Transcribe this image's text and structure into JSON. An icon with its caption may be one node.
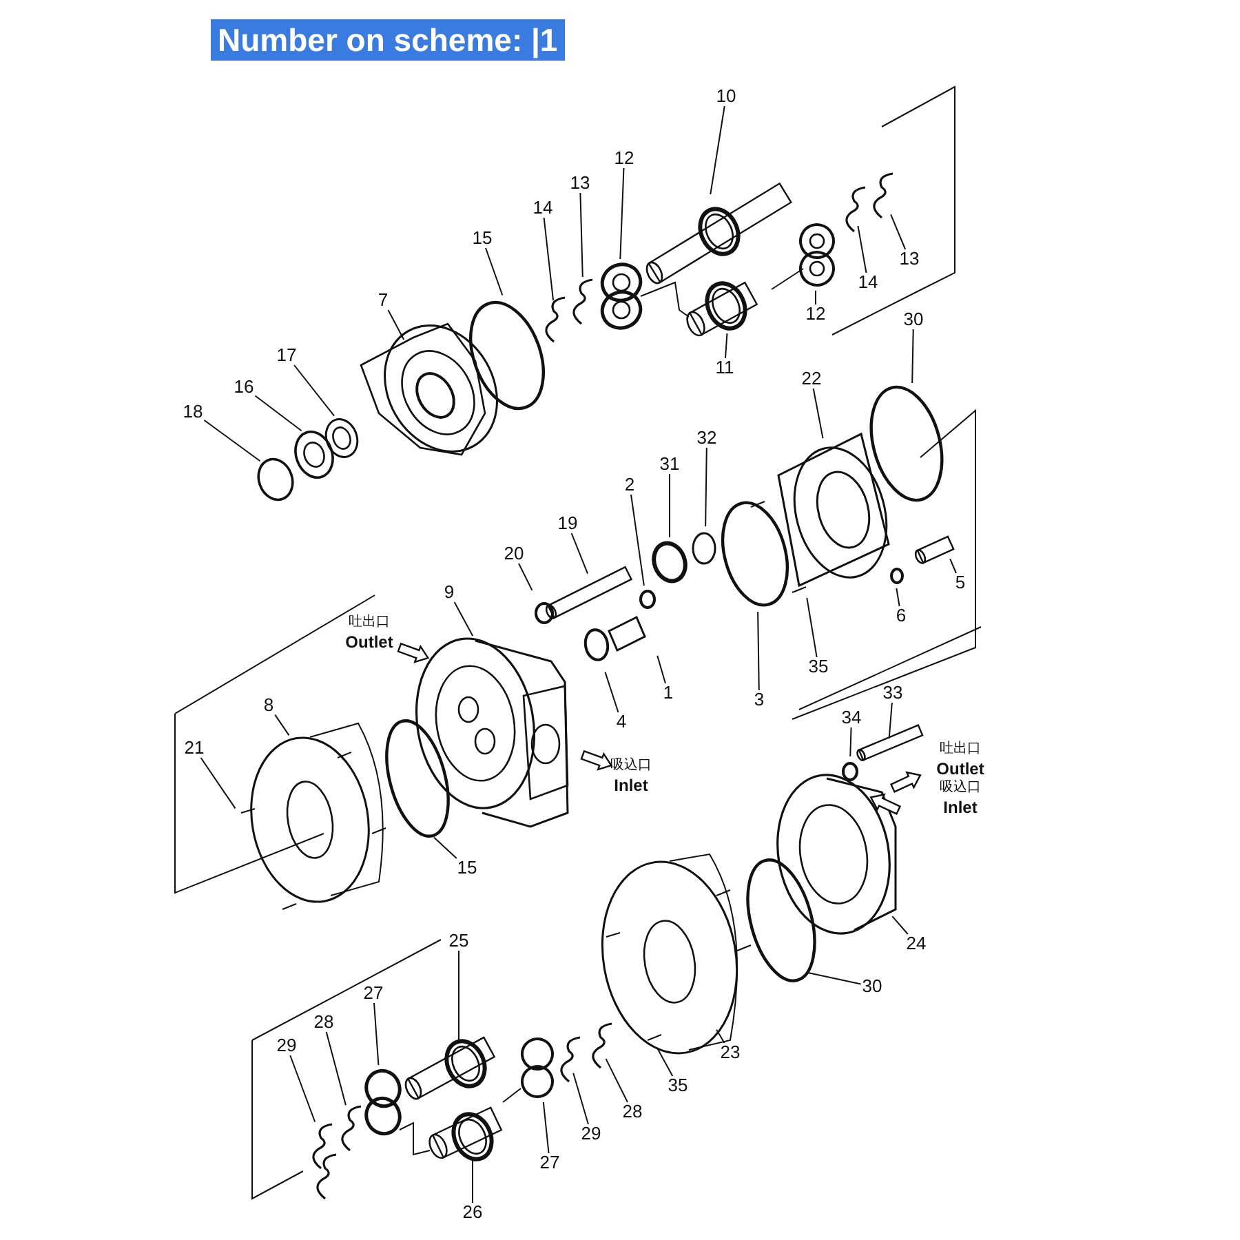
{
  "diagram": {
    "title": "Number on scheme: |1",
    "nodes": [
      {
        "text": [
          "10"
        ]
      },
      {
        "text": [
          "12"
        ]
      },
      {
        "text": [
          "13"
        ]
      },
      {
        "text": [
          "14"
        ]
      },
      {
        "text": [
          "15"
        ]
      },
      {
        "text": [
          "7"
        ]
      },
      {
        "text": [
          "17"
        ]
      },
      {
        "text": [
          "16"
        ]
      },
      {
        "text": [
          "18"
        ]
      },
      {
        "text": [
          "12"
        ]
      },
      {
        "text": [
          "14"
        ]
      },
      {
        "text": [
          "13"
        ]
      },
      {
        "text": [
          "11"
        ]
      },
      {
        "text": [
          "30"
        ]
      },
      {
        "text": [
          "22"
        ]
      },
      {
        "text": [
          "32"
        ]
      },
      {
        "text": [
          "31"
        ]
      },
      {
        "text": [
          "2"
        ]
      },
      {
        "text": [
          "19"
        ]
      },
      {
        "text": [
          "20"
        ]
      },
      {
        "text": [
          "9"
        ]
      },
      {
        "text": [
          "5"
        ]
      },
      {
        "text": [
          "6"
        ]
      },
      {
        "text": [
          "35"
        ]
      },
      {
        "text": [
          "3"
        ]
      },
      {
        "text": [
          "1"
        ]
      },
      {
        "text": [
          "4"
        ]
      },
      {
        "text": [
          "8"
        ]
      },
      {
        "text": [
          "21"
        ]
      },
      {
        "text": [
          "15"
        ]
      },
      {
        "text": [
          "33"
        ]
      },
      {
        "text": [
          "34"
        ]
      },
      {
        "text": [
          "24"
        ]
      },
      {
        "text": [
          "30"
        ]
      },
      {
        "text": [
          "23"
        ]
      },
      {
        "text": [
          "35"
        ]
      },
      {
        "text": [
          "25"
        ]
      },
      {
        "text": [
          "27"
        ]
      },
      {
        "text": [
          "28"
        ]
      },
      {
        "text": [
          "29"
        ]
      },
      {
        "text": [
          "28"
        ]
      },
      {
        "text": [
          "29"
        ]
      },
      {
        "text": [
          "27"
        ]
      },
      {
        "text": [
          "26"
        ]
      }
    ],
    "edges": [
      {
        "from": 0,
        "to": null,
        "arrow": "none"
      },
      {
        "from": 1,
        "to": null,
        "arrow": "none"
      },
      {
        "from": 2,
        "to": null,
        "arrow": "none"
      },
      {
        "from": 3,
        "to": null,
        "arrow": "none"
      },
      {
        "from": 4,
        "to": null,
        "arrow": "none"
      },
      {
        "from": 5,
        "to": null,
        "arrow": "none"
      },
      {
        "from": 6,
        "to": null,
        "arrow": "none"
      },
      {
        "from": 7,
        "to": null,
        "arrow": "none"
      },
      {
        "from": 8,
        "to": null,
        "arrow": "none"
      },
      {
        "from": 9,
        "to": null,
        "arrow": "none"
      },
      {
        "from": 10,
        "to": null,
        "arrow": "none"
      },
      {
        "from": 11,
        "to": null,
        "arrow": "none"
      },
      {
        "from": 12,
        "to": null,
        "arrow": "none"
      },
      {
        "from": 13,
        "to": null,
        "arrow": "none"
      },
      {
        "from": 14,
        "to": null,
        "arrow": "none"
      },
      {
        "from": 15,
        "to": null,
        "arrow": "none"
      },
      {
        "from": 16,
        "to": null,
        "arrow": "none"
      },
      {
        "from": 17,
        "to": null,
        "arrow": "none"
      },
      {
        "from": 18,
        "to": null,
        "arrow": "none"
      },
      {
        "from": 19,
        "to": null,
        "arrow": "none"
      },
      {
        "from": 20,
        "to": null,
        "arrow": "none"
      },
      {
        "from": 21,
        "to": null,
        "arrow": "none"
      },
      {
        "from": 22,
        "to": null,
        "arrow": "none"
      },
      {
        "from": 23,
        "to": null,
        "arrow": "none"
      },
      {
        "from": 24,
        "to": null,
        "arrow": "none"
      },
      {
        "from": 25,
        "to": null,
        "arrow": "none"
      },
      {
        "from": 26,
        "to": null,
        "arrow": "none"
      },
      {
        "from": 27,
        "to": null,
        "arrow": "none"
      },
      {
        "from": 28,
        "to": null,
        "arrow": "none"
      },
      {
        "from": 29,
        "to": null,
        "arrow": "none"
      },
      {
        "from": 30,
        "to": null,
        "arrow": "none"
      },
      {
        "from": 31,
        "to": null,
        "arrow": "none"
      },
      {
        "from": 32,
        "to": null,
        "arrow": "none"
      },
      {
        "from": 33,
        "to": null,
        "arrow": "none"
      },
      {
        "from": 34,
        "to": null,
        "arrow": "none"
      },
      {
        "from": 35,
        "to": null,
        "arrow": "none"
      },
      {
        "from": 36,
        "to": null,
        "arrow": "none"
      },
      {
        "from": 37,
        "to": null,
        "arrow": "none"
      },
      {
        "from": 38,
        "to": null,
        "arrow": "none"
      },
      {
        "from": 39,
        "to": null,
        "arrow": "none"
      },
      {
        "from": 40,
        "to": null,
        "arrow": "none"
      },
      {
        "from": 41,
        "to": null,
        "arrow": "none"
      },
      {
        "from": 42,
        "to": null,
        "arrow": "none"
      },
      {
        "from": 43,
        "to": null,
        "arrow": "none"
      }
    ],
    "labels": [
      "吐出口",
      "Outlet",
      "吸込口",
      "Inlet",
      "吐出口",
      "Outlet",
      "吸込口",
      "Inlet"
    ]
  }
}
